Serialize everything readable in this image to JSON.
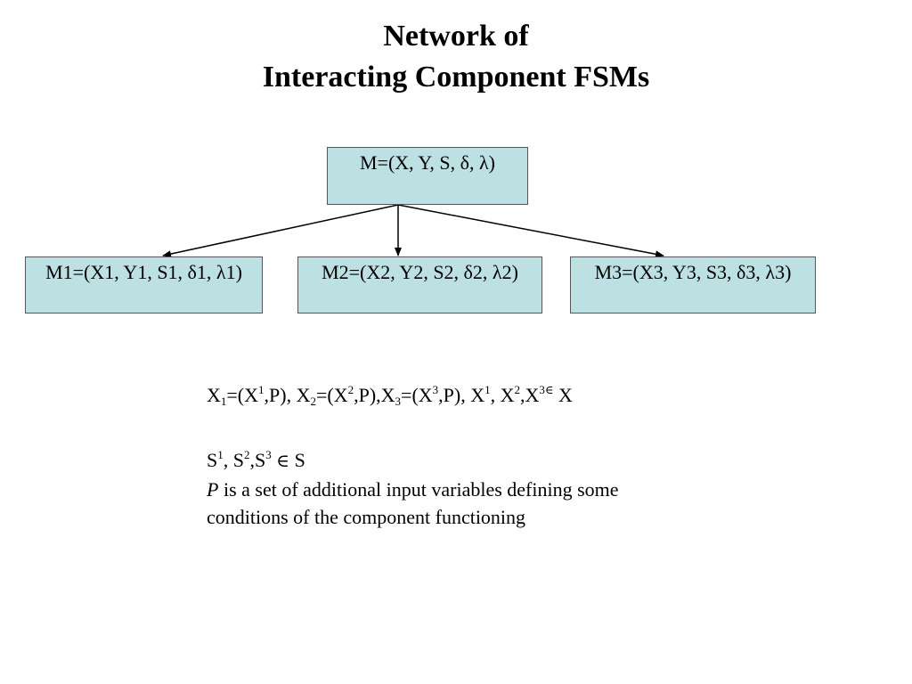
{
  "title": {
    "line1": "Network of",
    "line2": "Interacting Component FSMs"
  },
  "boxes": {
    "top": "M=(X, Y, S, δ, λ)",
    "m1": "M1=(X1, Y1, S1, δ1, λ1)",
    "m2": "M2=(X2, Y2, S2, δ2, λ2)",
    "m3": "M3=(X3, Y3, S3, δ3, λ3)"
  },
  "notes": {
    "x_line": {
      "x": "X",
      "sub1": "1",
      "sub2": "2",
      "sub3": "3",
      "sup1": "1",
      "sup2": "2",
      "sup3": "3",
      "eq_open": "=(X",
      "p_close": ",P), X",
      "p_close2": ",P),X",
      "p_close3": ",P),   X",
      "comma_x": ", X",
      "comma_x2": ",X",
      "elem": "∈",
      "target": " X"
    },
    "s_line": {
      "s": "S",
      "sup1": "1",
      "sup2": "2",
      "sup3": "3",
      "comma_s": ", S",
      "comma_s2": ",S",
      "elem": "∈",
      "target": " S"
    },
    "p_var": "P",
    "p_desc": " is a set of additional input variables defining some",
    "p_desc2": "conditions of the component functioning"
  },
  "colors": {
    "box_fill": "#bde0e3",
    "box_border": "#555555",
    "arrow": "#000000"
  }
}
